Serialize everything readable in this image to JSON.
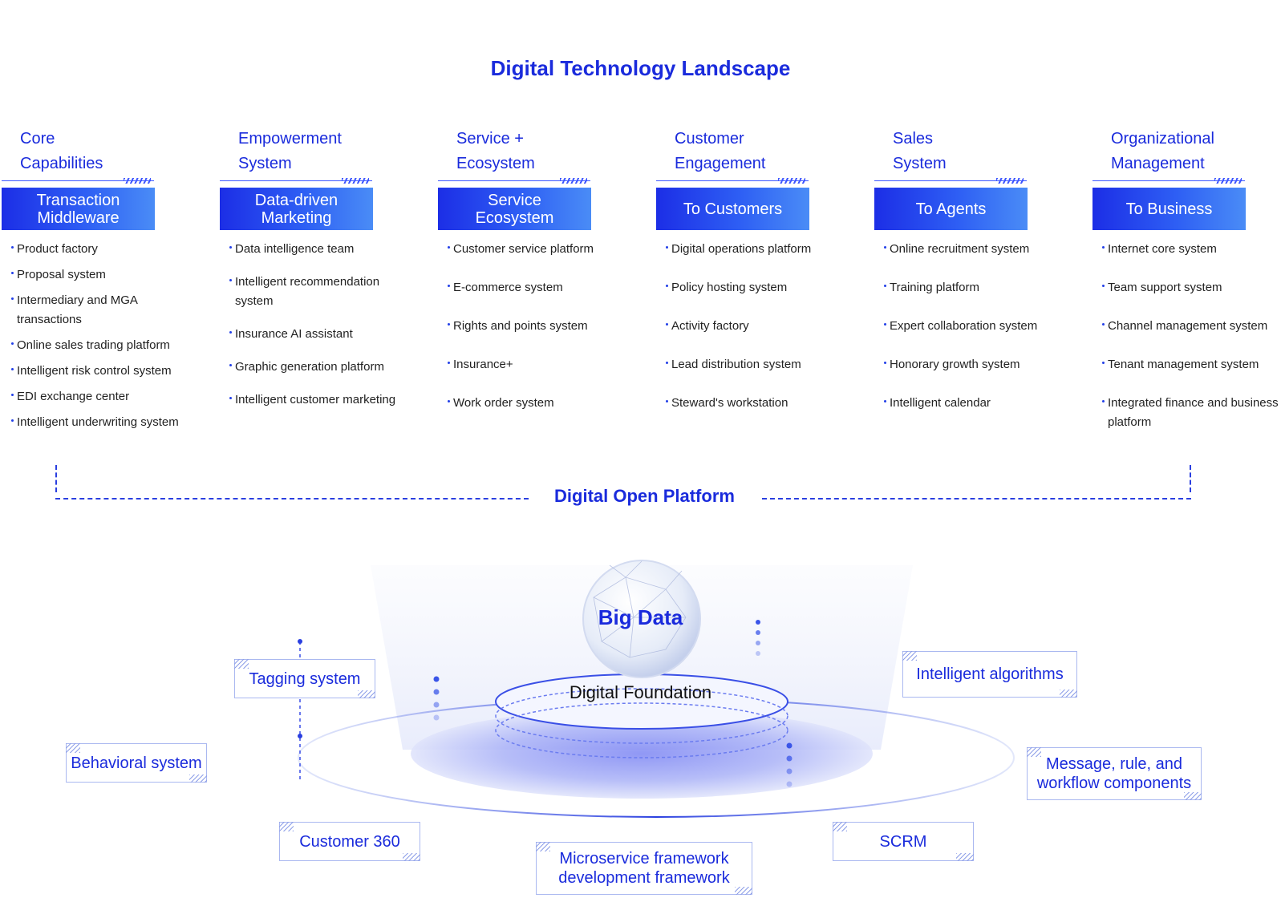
{
  "title": "Digital Technology Landscape",
  "columns": [
    {
      "heading_line1": "Core",
      "heading_line2": "Capabilities",
      "chip_line1": "Transaction",
      "chip_line2": "Middleware",
      "items": [
        "Product factory",
        "Proposal system",
        "Intermediary and MGA transactions",
        "Online sales trading platform",
        "Intelligent risk control system",
        "EDI exchange center",
        "Intelligent underwriting system"
      ]
    },
    {
      "heading_line1": "Empowerment",
      "heading_line2": "System",
      "chip_line1": "Data-driven",
      "chip_line2": "Marketing",
      "items": [
        "Data intelligence team",
        "Intelligent recommendation system",
        "Insurance AI assistant",
        "Graphic generation platform",
        "Intelligent customer marketing"
      ]
    },
    {
      "heading_line1": "Service +",
      "heading_line2": "Ecosystem",
      "chip_line1": "Service",
      "chip_line2": "Ecosystem",
      "items": [
        "Customer service platform",
        "E-commerce system",
        "Rights and points system",
        "Insurance+",
        "Work order system"
      ]
    },
    {
      "heading_line1": "Customer",
      "heading_line2": "Engagement",
      "chip_line1": "To Customers",
      "chip_line2": "",
      "items": [
        "Digital operations platform",
        "Policy hosting system",
        "Activity factory",
        "Lead distribution system",
        "Steward's workstation"
      ]
    },
    {
      "heading_line1": "Sales",
      "heading_line2": "System",
      "chip_line1": "To Agents",
      "chip_line2": "",
      "items": [
        "Online recruitment system",
        "Training platform",
        "Expert collaboration system",
        "Honorary growth system",
        "Intelligent calendar"
      ]
    },
    {
      "heading_line1": "Organizational",
      "heading_line2": "Management",
      "chip_line1": "To Business",
      "chip_line2": "",
      "items": [
        "Internet core system",
        "Team support system",
        "Channel management system",
        "Tenant management system",
        "Integrated finance and business platform"
      ]
    }
  ],
  "platform_label": "Digital Open Platform",
  "center": {
    "big_data": "Big Data",
    "foundation": "Digital Foundation"
  },
  "components": {
    "tagging": "Tagging system",
    "behavioral": "Behavioral system",
    "customer360": "Customer 360",
    "microservice_line1": "Microservice framework",
    "microservice_line2": "development framework",
    "scrm": "SCRM",
    "message_line1": "Message, rule, and",
    "message_line2": "workflow components",
    "algorithms": "Intelligent algorithms"
  },
  "colors": {
    "accent": "#1a2bdc",
    "chip_start": "#1c2ee6",
    "chip_end": "#4a8cf6",
    "ring": "#3a4fe6"
  }
}
